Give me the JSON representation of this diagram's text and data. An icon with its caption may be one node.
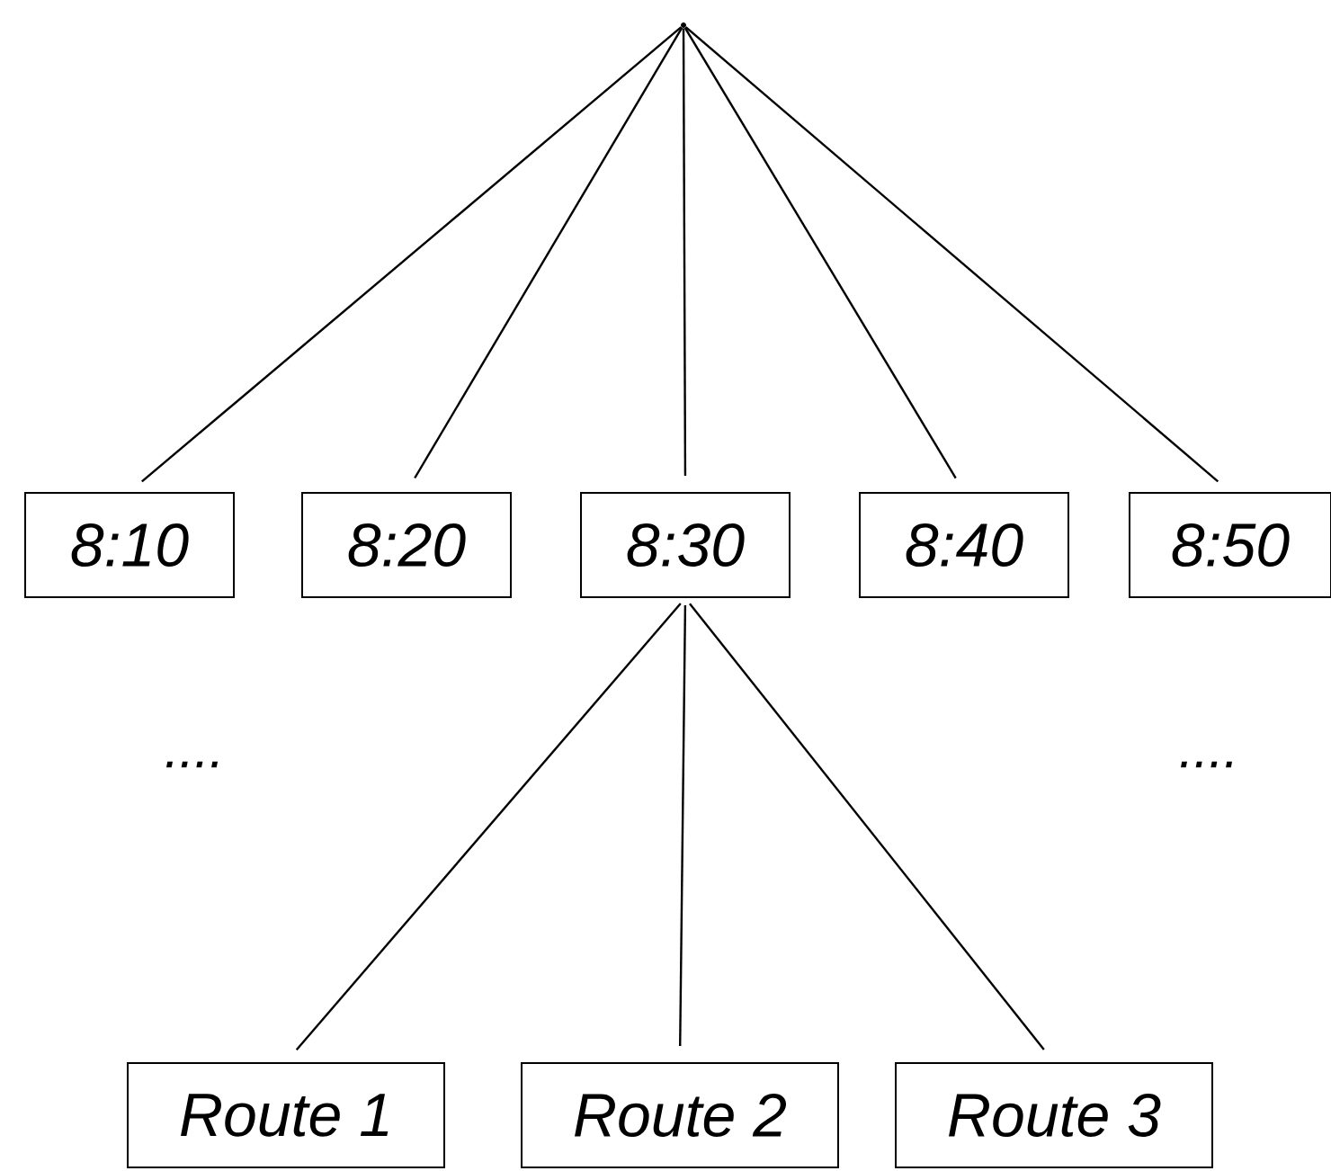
{
  "diagram": {
    "nodes": [
      {
        "text": [],
        "shape": "point"
      },
      {
        "text": [
          "8:10"
        ]
      },
      {
        "text": [
          "8:20"
        ]
      },
      {
        "text": [
          "8:30"
        ]
      },
      {
        "text": [
          "8:40"
        ]
      },
      {
        "text": [
          "8:50"
        ]
      },
      {
        "text": [
          "Route 1"
        ]
      },
      {
        "text": [
          "Route 2"
        ]
      },
      {
        "text": [
          "Route 3"
        ]
      }
    ],
    "edges": [
      {
        "from": 0,
        "to": 1,
        "arrow": "none"
      },
      {
        "from": 0,
        "to": 2,
        "arrow": "none"
      },
      {
        "from": 0,
        "to": 3,
        "arrow": "none"
      },
      {
        "from": 0,
        "to": 4,
        "arrow": "none"
      },
      {
        "from": 0,
        "to": 5,
        "arrow": "none"
      },
      {
        "from": 3,
        "to": 6,
        "arrow": "none"
      },
      {
        "from": 3,
        "to": 7,
        "arrow": "none"
      },
      {
        "from": 3,
        "to": 8,
        "arrow": "none"
      }
    ],
    "labels": [
      "....",
      "...."
    ]
  }
}
